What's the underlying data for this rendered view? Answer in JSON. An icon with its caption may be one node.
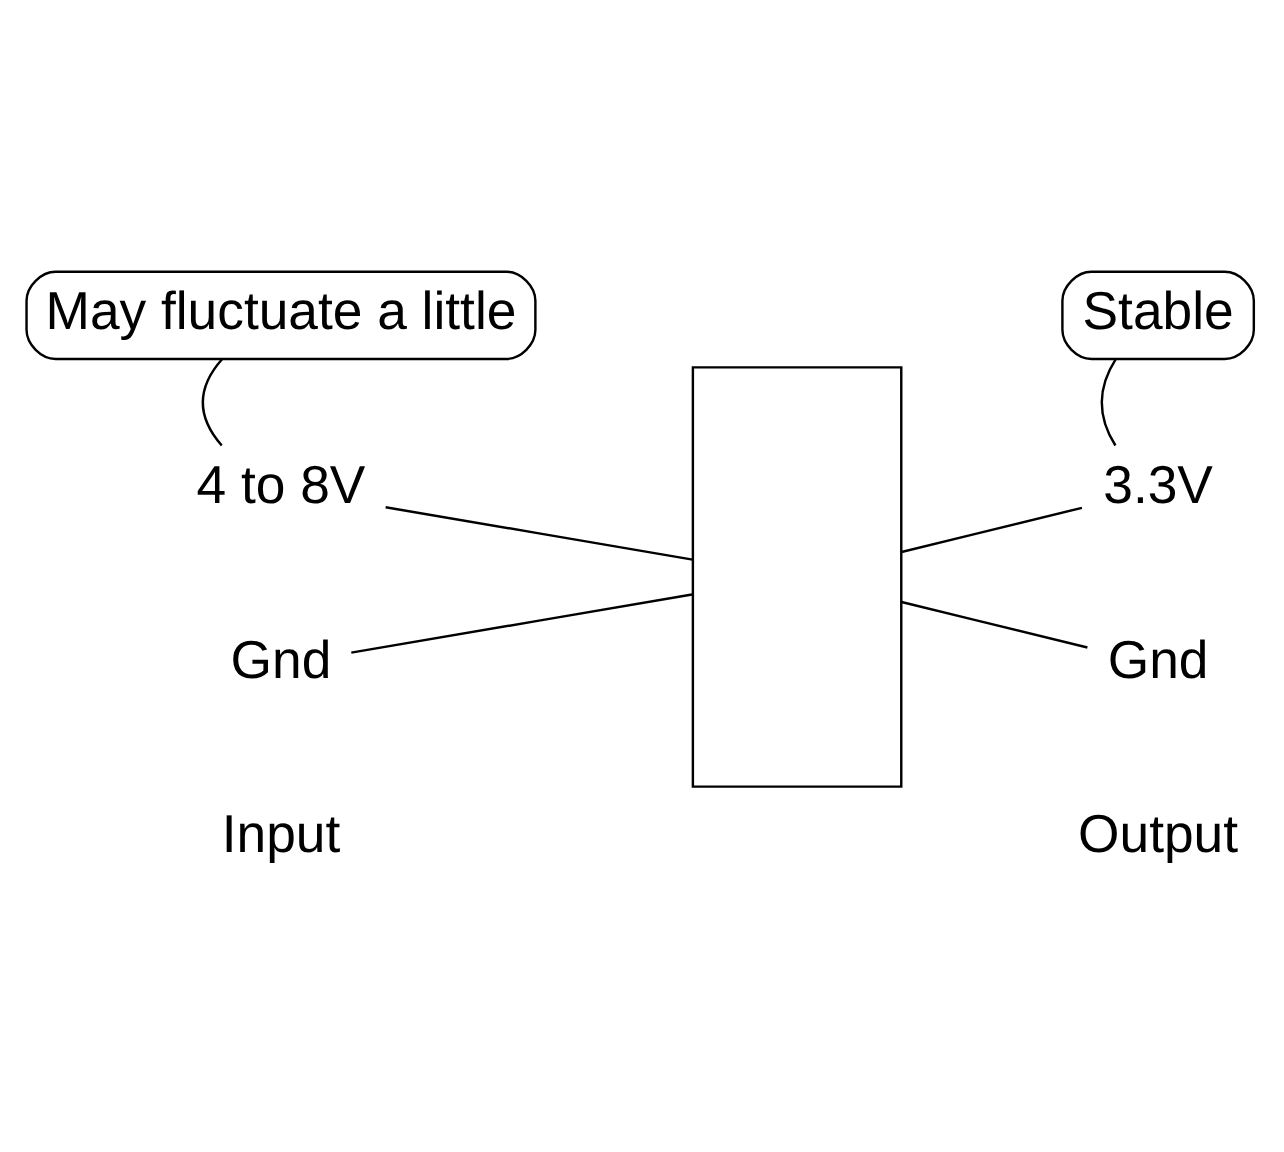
{
  "diagram": {
    "nodes": [
      {
        "text": [
          "May fluctuate a little"
        ]
      },
      {
        "text": [
          "Stable"
        ]
      },
      {
        "text": [
          "4 to 8V"
        ]
      },
      {
        "text": [],
        "shape": "box"
      },
      {
        "text": [
          "3.3V"
        ]
      },
      {
        "text": [
          "Gnd"
        ]
      },
      {
        "text": [
          "Gnd"
        ]
      }
    ],
    "edges": [
      {
        "from": 0,
        "to": 2,
        "arrow": "none"
      },
      {
        "from": 1,
        "to": 4,
        "arrow": "none"
      },
      {
        "from": 2,
        "to": 3,
        "arrow": "none"
      },
      {
        "from": 3,
        "to": 4,
        "arrow": "none"
      },
      {
        "from": 5,
        "to": 3,
        "arrow": "none"
      },
      {
        "from": 3,
        "to": 6,
        "arrow": "none"
      }
    ],
    "labels": [
      "Input",
      "Output"
    ]
  }
}
